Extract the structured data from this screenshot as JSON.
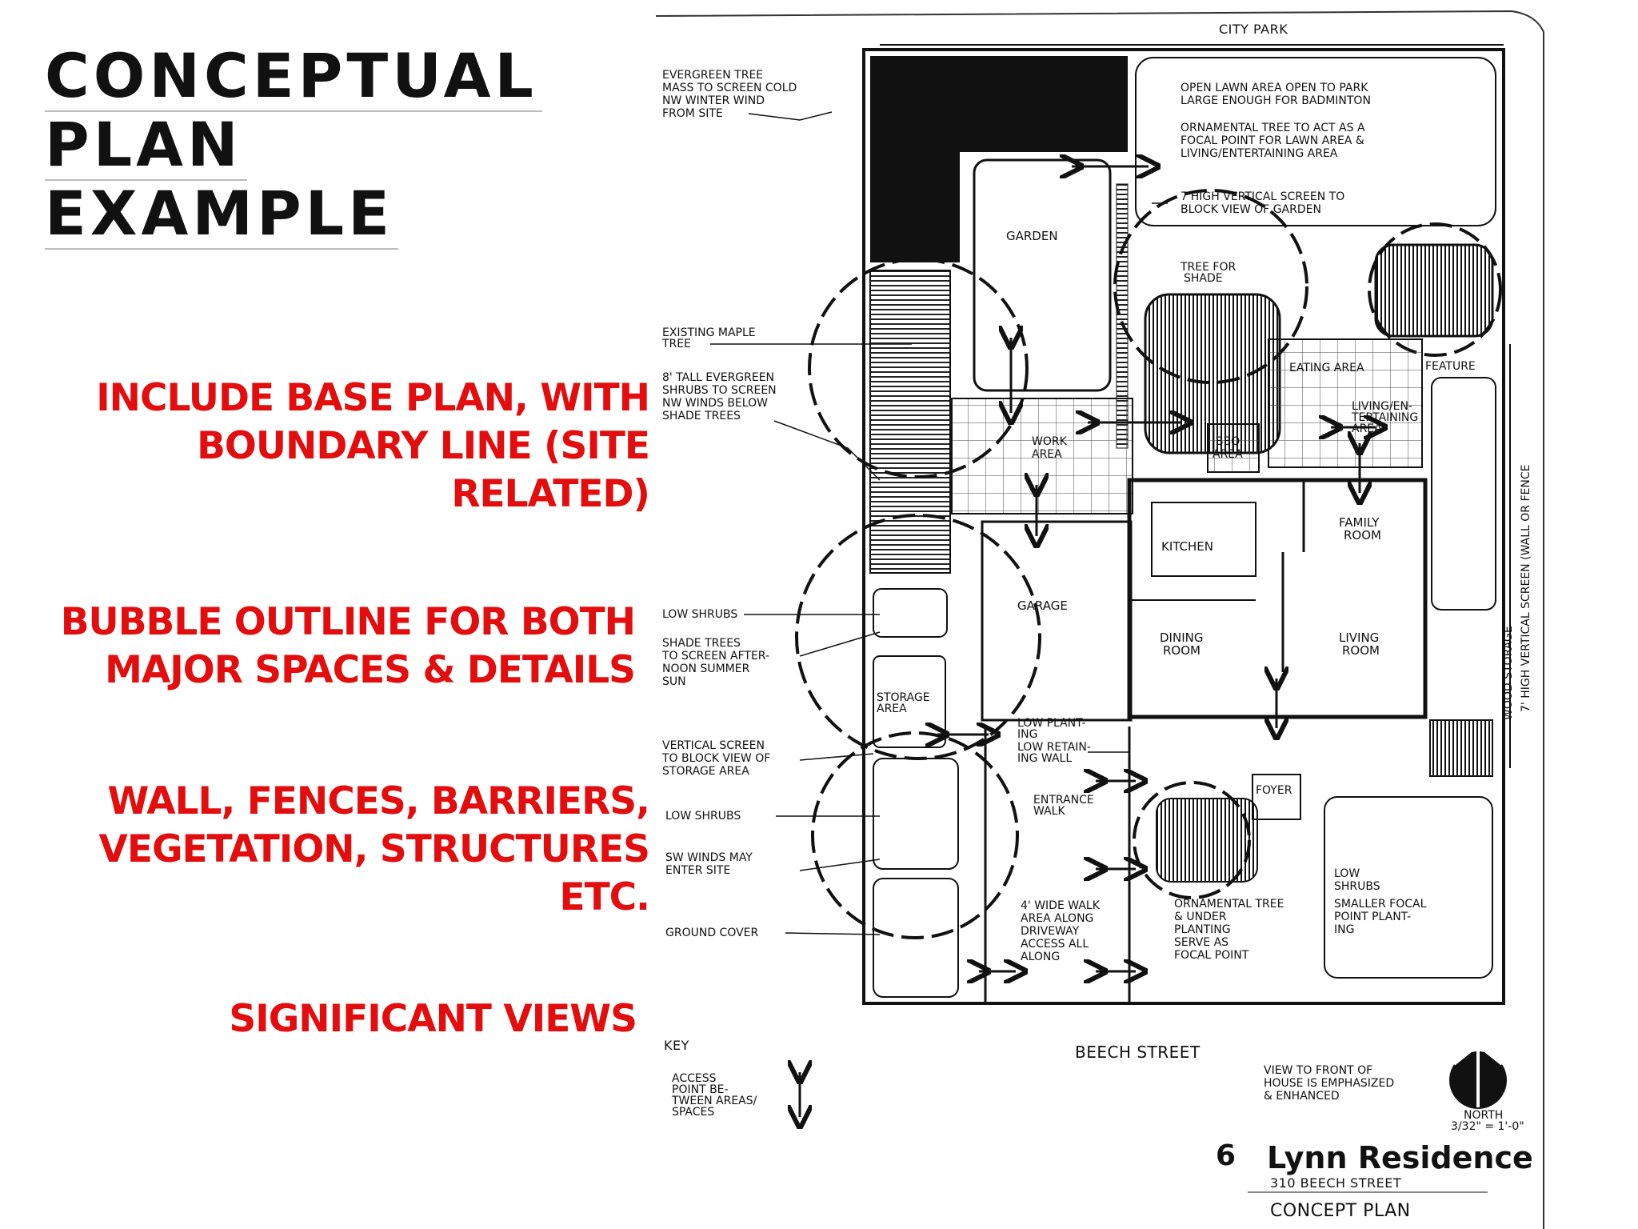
{
  "title_lines": [
    "CONCEPTUAL",
    "PLAN",
    "EXAMPLE"
  ],
  "annotations": {
    "base_plan": [
      "INCLUDE BASE PLAN, WITH",
      "BOUNDARY LINE (SITE",
      "RELATED)"
    ],
    "bubble": [
      "BUBBLE OUTLINE FOR BOTH",
      "MAJOR SPACES & DETAILS"
    ],
    "walls": [
      "WALL, FENCES, BARRIERS,",
      "VEGETATION, STRUCTURES",
      "ETC."
    ],
    "views": [
      "SIGNIFICANT VIEWS"
    ]
  },
  "plan": {
    "top_label": "CITY PARK",
    "street": "BEECH STREET",
    "key_title": "KEY",
    "key_text": [
      "ACCESS",
      "POINT BE-",
      "TWEEN AREAS/",
      "SPACES"
    ],
    "sheet_number": "6",
    "project_title": "Lynn Residence",
    "address": "310 BEECH STREET",
    "sheet_name": "CONCEPT PLAN",
    "north_label": "NORTH",
    "scale": "3/32\" = 1'-0\"",
    "left_notes": {
      "evergreen": [
        "EVERGREEN TREE",
        "MASS TO SCREEN COLD",
        "NW WINTER WIND",
        "FROM SITE"
      ],
      "maple": [
        "EXISTING MAPLE",
        "TREE"
      ],
      "shrubs8": [
        "8' TALL EVERGREEN",
        "SHRUBS TO SCREEN",
        "NW WINDS BELOW",
        "SHADE TREES"
      ],
      "low_shrubs1": [
        "LOW SHRUBS"
      ],
      "shade_trees": [
        "SHADE TREES",
        "TO SCREEN AFTER-",
        "NOON SUMMER",
        "SUN"
      ],
      "vert_screen": [
        "VERTICAL SCREEN",
        "TO BLOCK VIEW OF",
        "STORAGE AREA"
      ],
      "low_shrubs2": [
        "LOW SHRUBS"
      ],
      "sw_winds": [
        "SW WINDS MAY",
        "ENTER SITE"
      ],
      "ground_cover": [
        "GROUND COVER"
      ]
    },
    "top_notes": {
      "open_lawn": [
        "OPEN LAWN AREA OPEN TO PARK",
        "LARGE ENOUGH FOR BADMINTON"
      ],
      "ornamental": [
        "ORNAMENTAL TREE TO ACT AS A",
        "FOCAL POINT FOR LAWN AREA &",
        "LIVING/ENTERTAINING AREA"
      ],
      "high_screen": [
        "7'HIGH VERTICAL SCREEN TO",
        "BLOCK VIEW OF GARDEN"
      ]
    },
    "areas": {
      "garden": "GARDEN",
      "tree_shade": [
        "TREE FOR",
        "SHADE"
      ],
      "eating": "EATING AREA",
      "feature": "FEATURE",
      "living_ent": [
        "LIVING/EN-",
        "TERTAINING",
        "AREA"
      ],
      "work": [
        "WORK",
        "AREA"
      ],
      "bbq": [
        "BBQ",
        "AREA"
      ],
      "kitchen": "KITCHEN",
      "family": [
        "FAMILY",
        "ROOM"
      ],
      "garage": "GARAGE",
      "dining": [
        "DINING",
        "ROOM"
      ],
      "living": [
        "LIVING",
        "ROOM"
      ],
      "storage": [
        "STORAGE",
        "AREA"
      ],
      "foyer": "FOYER",
      "wood_storage": "WOOD STORAGE",
      "right_screen": "7' HIGH VERTICAL SCREEN (WALL OR FENCE"
    },
    "mid_notes": {
      "low_planting": [
        "LOW PLANT-",
        "ING",
        "LOW RETAIN-",
        "ING WALL"
      ],
      "entrance": [
        "ENTRANCE",
        "WALK"
      ],
      "wide_walk": [
        "4' WIDE WALK",
        "AREA ALONG",
        "DRIVEWAY",
        "ACCESS ALL",
        "ALONG"
      ],
      "orn_tree": [
        "ORNAMENTAL TREE",
        "& UNDER",
        "PLANTING",
        "SERVE AS",
        "FOCAL POINT"
      ],
      "low_shrubs3": [
        "LOW",
        "SHRUBS"
      ],
      "smaller_focal": [
        "SMALLER FOCAL",
        "POINT PLANT-",
        "ING"
      ],
      "view_front": [
        "VIEW TO FRONT OF",
        "HOUSE IS EMPHASIZED",
        "& ENHANCED"
      ]
    }
  }
}
